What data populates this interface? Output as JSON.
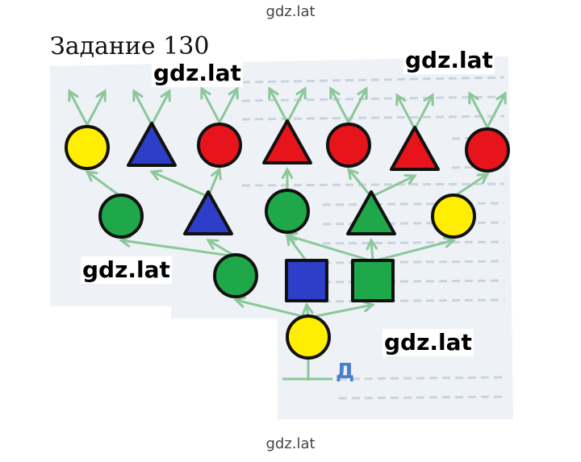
{
  "watermark_top": "gdz.lat",
  "watermark_bottom": "gdz.lat",
  "task_title": "Задание 130",
  "watermarks_bold": [
    "gdz.lat",
    "gdz.lat",
    "gdz.lat",
    "gdz.lat"
  ],
  "tree_label": "Д",
  "colors": {
    "yellow": "#ffee00",
    "red": "#e8141c",
    "blue": "#2d3fc8",
    "green": "#1fa84a",
    "outline": "#111111",
    "branch": "#8cc79a",
    "page_bg": "#eef2f6",
    "page_lines": "#b8c6d4",
    "label": "#4a7fd0"
  },
  "tree": {
    "levels": [
      [
        {
          "shape": "circle",
          "color": "yellow"
        }
      ],
      [
        {
          "shape": "circle",
          "color": "green"
        },
        {
          "shape": "square",
          "color": "blue"
        },
        {
          "shape": "square",
          "color": "green"
        }
      ],
      [
        {
          "shape": "circle",
          "color": "green"
        },
        {
          "shape": "triangle",
          "color": "blue"
        },
        {
          "shape": "circle",
          "color": "green"
        },
        {
          "shape": "triangle",
          "color": "green"
        },
        {
          "shape": "circle",
          "color": "yellow"
        }
      ],
      [
        {
          "shape": "circle",
          "color": "yellow"
        },
        {
          "shape": "triangle",
          "color": "blue"
        },
        {
          "shape": "circle",
          "color": "red"
        },
        {
          "shape": "triangle",
          "color": "red"
        },
        {
          "shape": "circle",
          "color": "red"
        },
        {
          "shape": "triangle",
          "color": "red"
        },
        {
          "shape": "circle",
          "color": "red"
        }
      ]
    ]
  }
}
